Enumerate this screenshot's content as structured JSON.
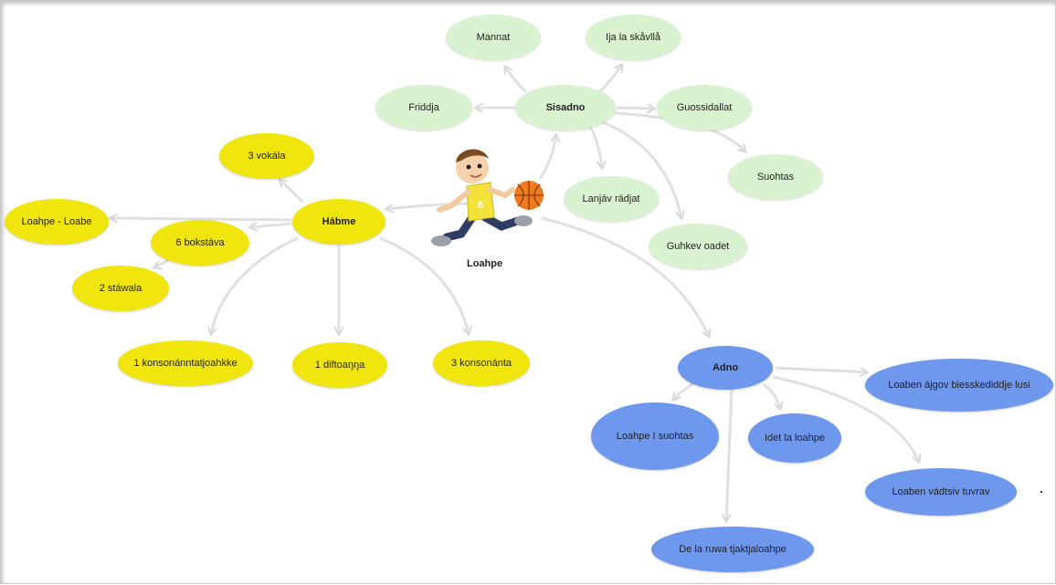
{
  "center": {
    "label": "Loahpe"
  },
  "branches": {
    "sisadno": {
      "label": "Sisadno",
      "children": [
        "Mannat",
        "Ija la skåvllå",
        "Friddja",
        "Guossidallat",
        "Suohtas",
        "Lanjáv rádjat",
        "Guhkev oadet"
      ]
    },
    "habme": {
      "label": "Hábme",
      "children": [
        "3 vokála",
        "Loahpe - Loabe",
        "6 bokstáva",
        "2 stáwala",
        "1 konsonánntatjoahkke",
        "1 diftoaŋŋa",
        "3 konsonánta"
      ]
    },
    "adno": {
      "label": "Adno",
      "children": [
        "Loaben ájgov biesskediddje lusi",
        "Loahpe I suohtas",
        "Idet la loahpe",
        "Loaben vádtsiv tuvrav",
        "De la ruwa tjaktjaloahpe"
      ]
    }
  },
  "colors": {
    "green": "#d9f2cf",
    "yellow": "#f0e50c",
    "blue": "#6e97ee",
    "edge": "#dcdcdc"
  }
}
